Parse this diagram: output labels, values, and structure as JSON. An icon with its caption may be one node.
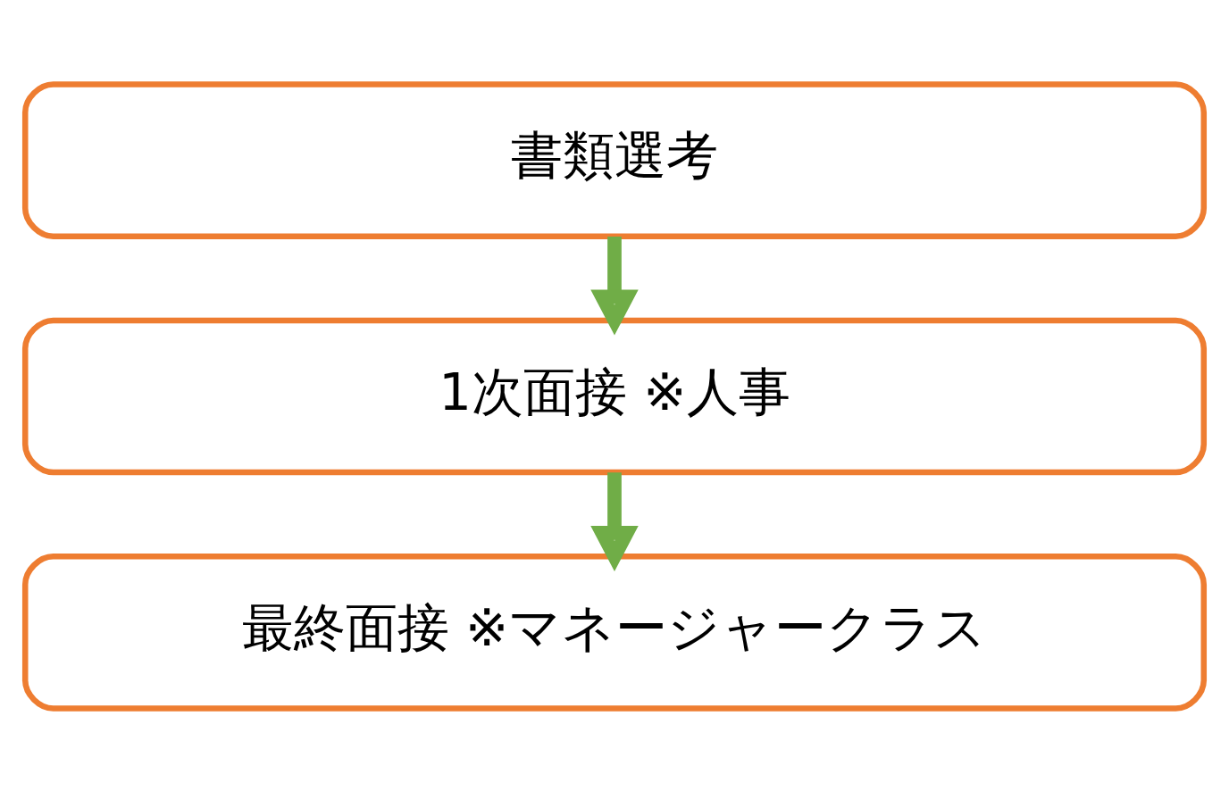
{
  "diagram": {
    "nodes": [
      {
        "text": [
          "書類選考"
        ]
      },
      {
        "text": [
          "1次面接 ※人事"
        ]
      },
      {
        "text": [
          "最終面接 ※マネージャークラス"
        ]
      }
    ],
    "edges": [
      {
        "from": 0,
        "to": 1,
        "arrow": "to"
      },
      {
        "from": 1,
        "to": 2,
        "arrow": "to"
      }
    ]
  }
}
